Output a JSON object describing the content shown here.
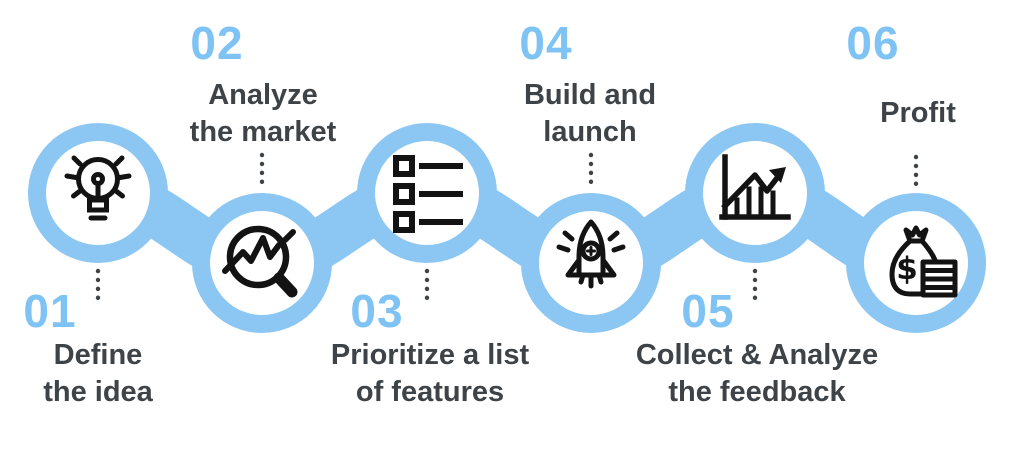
{
  "colors": {
    "accent_blue_ribbon": "#8cc7f3",
    "number_blue": "#7fc3f4",
    "text_dark": "#3e4347",
    "icon_black": "#131313",
    "background": "#ffffff"
  },
  "steps": [
    {
      "number": "01",
      "label": "Define the idea",
      "label_lines": [
        "Define",
        "the idea"
      ],
      "icon": "idea-lightbulb-icon",
      "circle_position": "top",
      "label_position": "below"
    },
    {
      "number": "02",
      "label": "Analyze the market",
      "label_lines": [
        "Analyze",
        "the market"
      ],
      "icon": "market-analysis-magnifier-icon",
      "circle_position": "bottom",
      "label_position": "above"
    },
    {
      "number": "03",
      "label": "Prioritize a list of features",
      "label_lines": [
        "Prioritize a list",
        "of features"
      ],
      "icon": "feature-checklist-icon",
      "circle_position": "top",
      "label_position": "below"
    },
    {
      "number": "04",
      "label": "Build and launch",
      "label_lines": [
        "Build and",
        "launch"
      ],
      "icon": "rocket-launch-icon",
      "circle_position": "bottom",
      "label_position": "above"
    },
    {
      "number": "05",
      "label": "Collect & Analyze the feedback",
      "label_lines": [
        "Collect & Analyze",
        "the feedback"
      ],
      "icon": "growth-chart-icon",
      "circle_position": "top",
      "label_position": "below"
    },
    {
      "number": "06",
      "label": "Profit",
      "label_lines": [
        "Profit"
      ],
      "icon": "money-bag-icon",
      "icon_glyph": "$",
      "circle_position": "bottom",
      "label_position": "above"
    }
  ]
}
